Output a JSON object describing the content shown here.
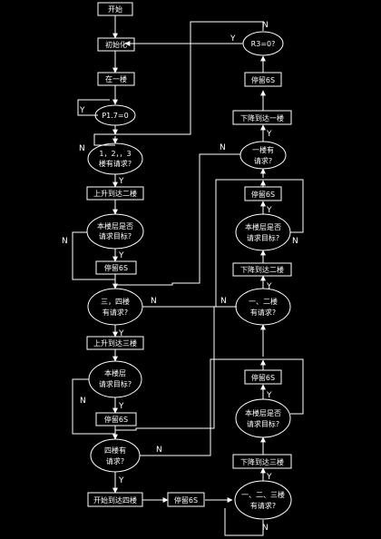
{
  "nodes": {
    "start": "开始",
    "init": "初始化",
    "floor1": "在一楼",
    "p17": "P1.7=0",
    "req123_a": "1，2，，3",
    "req123_b": "楼有请求?",
    "up2": "上升到达二楼",
    "target2_a": "本楼层是否",
    "target2_b": "请求目标?",
    "stop2": "停留6S",
    "req34_a": "三，四楼",
    "req34_b": "有请求?",
    "up3": "上升到达三楼",
    "target3_a": "本楼层",
    "target3_b": "请求目标?",
    "stop3": "停留6S",
    "req4_a": "四楼有",
    "req4_b": "请求?",
    "up4": "开始到达四楼",
    "stop4": "停留6S",
    "req123b_a": "一、二、三楼",
    "req123b_b": "有请求?",
    "down3": "下降到达三楼",
    "target3d_a": "本楼层是否",
    "target3d_b": "请求目标?",
    "stop3d": "停留6S",
    "req12_a": "一、二楼",
    "req12_b": "有请求?",
    "down2": "下降到达二楼",
    "target2d_a": "本楼层是否",
    "target2d_b": "请求目标?",
    "stop2d": "停留6S",
    "req1_a": "一楼有",
    "req1_b": "请求?",
    "down1": "下降到达一楼",
    "stop1": "停留6S",
    "r3": "R3=0?"
  },
  "labels": {
    "yes": "Y",
    "no": "N"
  }
}
